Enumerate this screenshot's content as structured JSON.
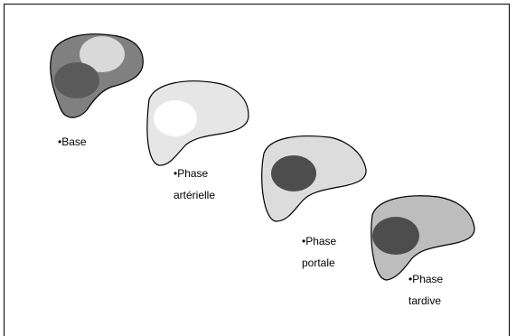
{
  "phases": [
    {
      "label_line1": "•Base",
      "label_line2": "",
      "liver_fill": "#808080",
      "lesions": [
        {
          "fill": "#d9d9d9"
        },
        {
          "fill": "#5a5a5a"
        }
      ]
    },
    {
      "label_line1": "•Phase",
      "label_line2": "artérielle",
      "liver_fill": "#e6e6e6",
      "lesions": [
        {
          "fill": "#ffffff"
        }
      ]
    },
    {
      "label_line1": "•Phase",
      "label_line2": "portale",
      "liver_fill": "#dcdcdc",
      "lesions": [
        {
          "fill": "#4d4d4d"
        }
      ]
    },
    {
      "label_line1": "•Phase",
      "label_line2": "tardive",
      "liver_fill": "#bdbdbd",
      "lesions": [
        {
          "fill": "#4d4d4d"
        }
      ]
    }
  ]
}
